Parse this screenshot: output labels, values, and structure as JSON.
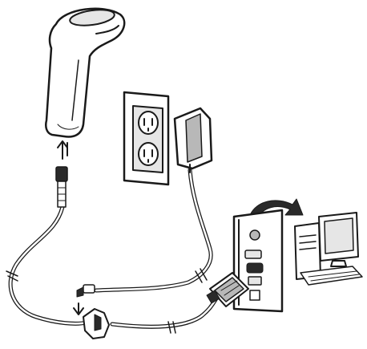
{
  "diagram": {
    "kind": "barcode-scanner-rs232-connection",
    "components": [
      {
        "id": "scanner",
        "icon": "barcode-scanner-icon"
      },
      {
        "id": "wall-outlet",
        "icon": "power-outlet-icon"
      },
      {
        "id": "power-adapter",
        "icon": "power-adapter-icon"
      },
      {
        "id": "computer",
        "icon": "desktop-computer-icon"
      },
      {
        "id": "computer-back-panel",
        "icon": "ports-panel-icon"
      },
      {
        "id": "serial-connector",
        "icon": "db9-connector-icon"
      }
    ],
    "colors": {
      "ink": "#1a1a1a",
      "background": "#ffffff",
      "shade": "#b8b8b8"
    }
  }
}
